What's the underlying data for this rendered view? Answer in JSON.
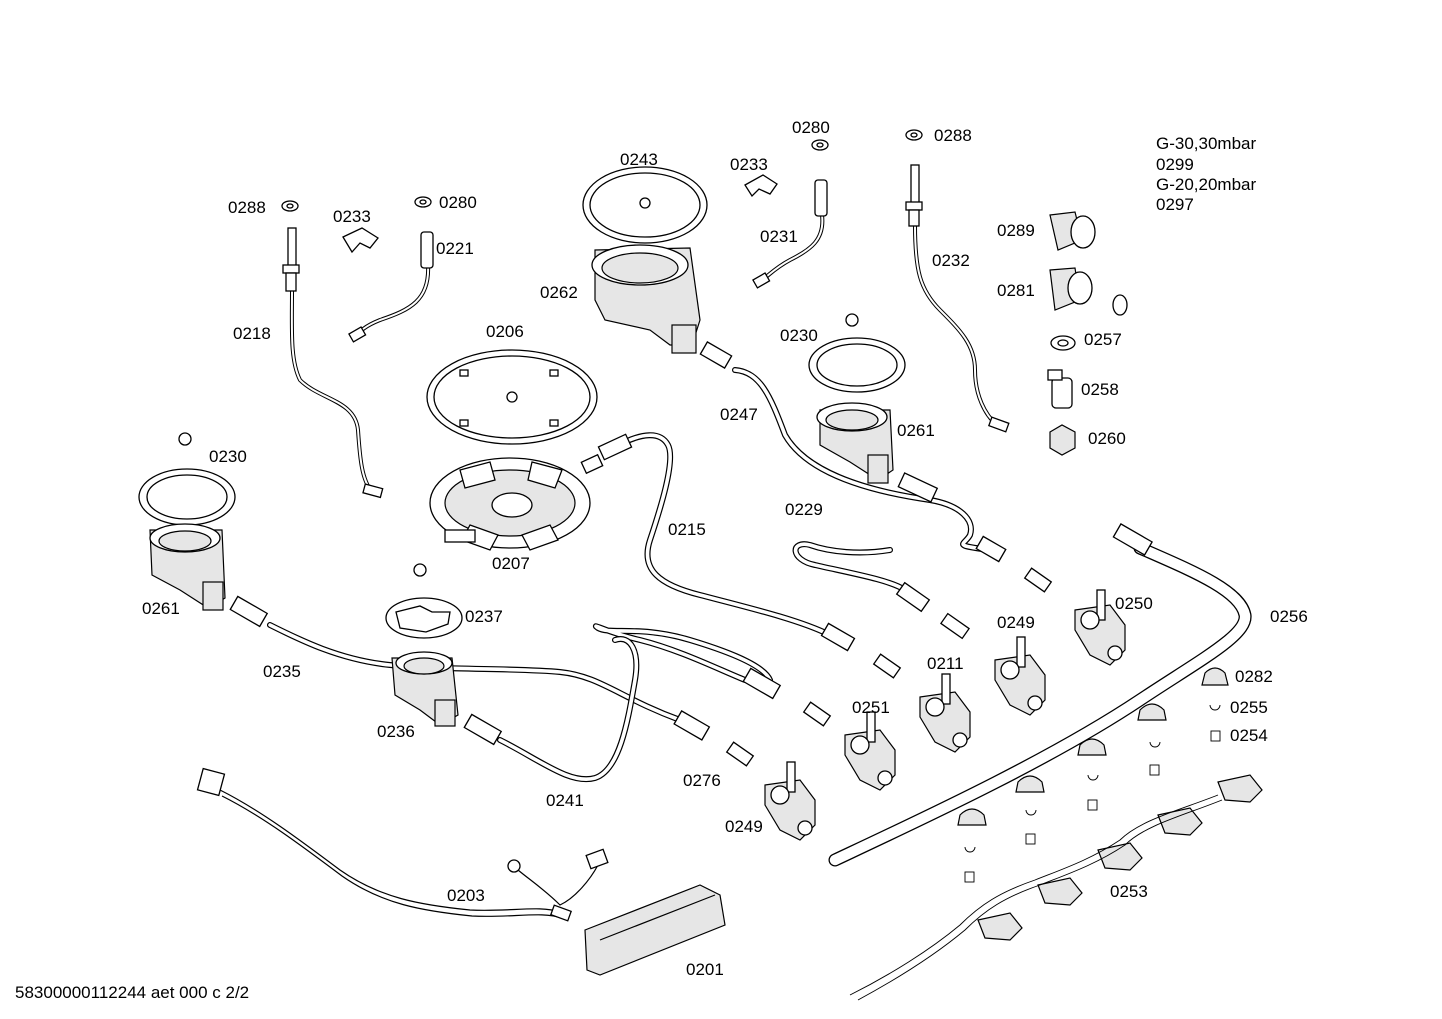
{
  "gas_notes": [
    "G-30,30mbar",
    "0299",
    "G-20,20mbar",
    "0297"
  ],
  "footer": "58300000112244 aet 000 c 2/2",
  "labels": {
    "p0288a": "0288",
    "p0233a": "0233",
    "p0280a": "0280",
    "p0221": "0221",
    "p0218": "0218",
    "p0243": "0243",
    "p0233b": "0233",
    "p0280b": "0280",
    "p0231": "0231",
    "p0288b": "0288",
    "p0232": "0232",
    "p0262": "0262",
    "p0206": "0206",
    "p0230a": "0230",
    "p0247": "0247",
    "p0261a": "0261",
    "p0289": "0289",
    "p0281": "0281",
    "p0257": "0257",
    "p0258": "0258",
    "p0260": "0260",
    "p0230b": "0230",
    "p0215": "0215",
    "p0229": "0229",
    "p0207": "0207",
    "p0261b": "0261",
    "p0237": "0237",
    "p0250": "0250",
    "p0256": "0256",
    "p0249a": "0249",
    "p0235": "0235",
    "p0211": "0211",
    "p0282": "0282",
    "p0251": "0251",
    "p0255": "0255",
    "p0236": "0236",
    "p0254": "0254",
    "p0276": "0276",
    "p0241": "0241",
    "p0249b": "0249",
    "p0253": "0253",
    "p0203": "0203",
    "p0201": "0201"
  }
}
